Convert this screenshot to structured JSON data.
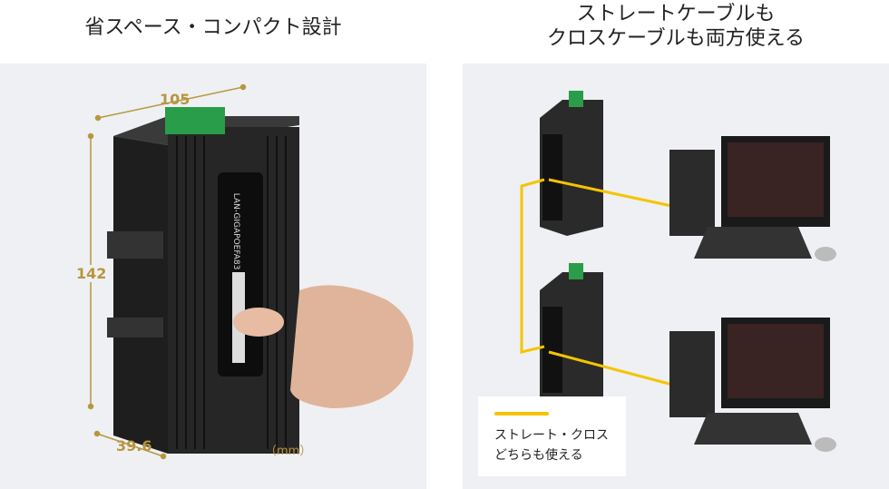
{
  "left": {
    "title": "省スペース・コンパクト設計",
    "dimensions": {
      "width": "105",
      "height": "142",
      "depth": "39.6",
      "unit": "（mm）"
    },
    "product_label": "LAN-GIGAPOEFA83",
    "dimension_color": "#b8963e"
  },
  "right": {
    "title_line1": "ストレートケーブルも",
    "title_line2": "クロスケーブルも両方使える",
    "legend": {
      "line1": "ストレート・クロス",
      "line2": "どちらも使える",
      "color": "#f5c400"
    }
  }
}
